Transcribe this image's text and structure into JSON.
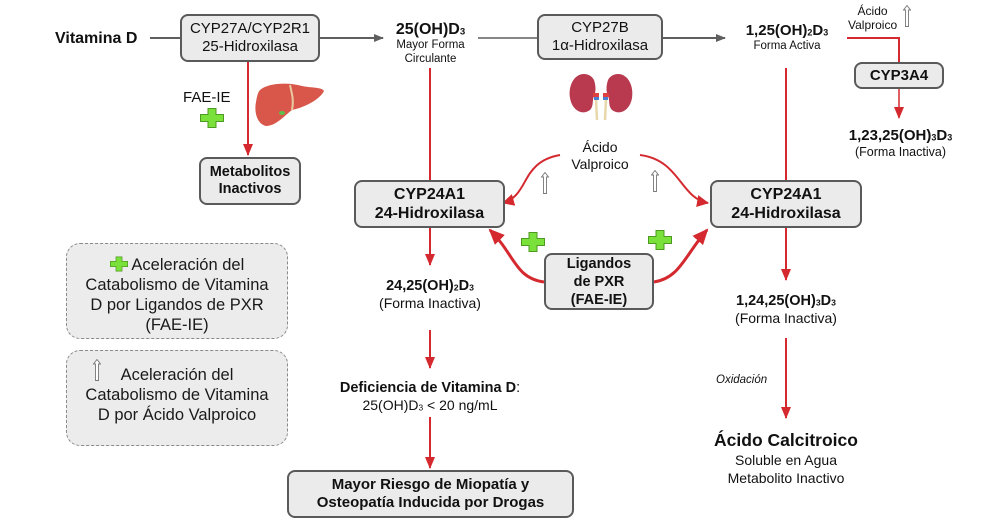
{
  "colors": {
    "arrow_red": "#d42a2f",
    "arrow_gray": "#5f5f5f",
    "box_fill": "#ebebeb",
    "box_border": "#5a5a5a",
    "plus_green": "#7ae03a",
    "legend_fill": "#ececec"
  },
  "input": {
    "label": "Vitamina D"
  },
  "enzymes": {
    "cyp27a": {
      "line1": "CYP27A/CYP2R1",
      "line2": "25-Hidroxilasa"
    },
    "cyp27b": {
      "line1": "CYP27B",
      "line2": "1α-Hidroxilasa"
    },
    "cyp24_left": {
      "line1": "CYP24A1",
      "line2": "24-Hidroxilasa"
    },
    "cyp24_right": {
      "line1": "CYP24A1",
      "line2": "24-Hidroxilasa"
    },
    "cyp3a4": {
      "label": "CYP3A4"
    },
    "pxr": {
      "line1": "Ligandos",
      "line2": "de PXR",
      "line3": "(FAE-IE)"
    }
  },
  "metabolites": {
    "oh_d3": {
      "name_main": "25(OH)D",
      "name_sub": "3",
      "line2": "Mayor Forma",
      "line3": "Circulante"
    },
    "oh2_d3": {
      "name_main": "1,25(OH)",
      "name_sub1": "2",
      "name_d": "D",
      "name_sub2": "3",
      "line2": "Forma Activa"
    },
    "inactive_metabolites": {
      "line1": "Metabolitos",
      "line2": "Inactivos"
    },
    "m_24_25": {
      "name_main": "24,25(OH)",
      "name_sub1": "2",
      "name_d": "D",
      "name_sub2": "3",
      "line2": "(Forma Inactiva)"
    },
    "m_1_24_25": {
      "name_main": "1,24,25(OH)",
      "name_sub1": "3",
      "name_d": "D",
      "name_sub2": "3",
      "line2": "(Forma Inactiva)"
    },
    "m_1_23_25": {
      "name_main": "1,23,25(OH)",
      "name_sub1": "3",
      "name_d": "D",
      "name_sub2": "3",
      "line2": "(Forma Inactiva)"
    },
    "calcitroic": {
      "line1": "Ácido Calcitroico",
      "line2": "Soluble en Agua",
      "line3": "Metabolito Inactivo"
    }
  },
  "labels": {
    "fae_ie": "FAE-IE",
    "valproic_center_1": "Ácido",
    "valproic_center_2": "Valproico",
    "valproic_top_1": "Ácido",
    "valproic_top_2": "Valproico",
    "oxidation": "Oxidación"
  },
  "deficiency": {
    "title": "Deficiencia de Vitamina D",
    "colon": ":",
    "threshold_pre": "25(OH)D",
    "threshold_sub": "3",
    "threshold_post": " < 20 ng/mL"
  },
  "outcome": {
    "line1": "Mayor Riesgo de Miopatía y",
    "line2": "Osteopatía Inducida por Drogas"
  },
  "legend": {
    "pxr": {
      "line1": "Aceleración del",
      "line2": "Catabolismo de Vitamina",
      "line3": "D por Ligandos de PXR",
      "line4": "(FAE-IE)",
      "icon": "green-plus-icon"
    },
    "valproic": {
      "line1": "Aceleración del",
      "line2": "Catabolismo de Vitamina",
      "line3": "D por Ácido Valproico",
      "icon": "hollow-up-arrow-icon"
    }
  },
  "organs": {
    "liver": "liver-icon",
    "kidneys": "kidneys-icon"
  }
}
